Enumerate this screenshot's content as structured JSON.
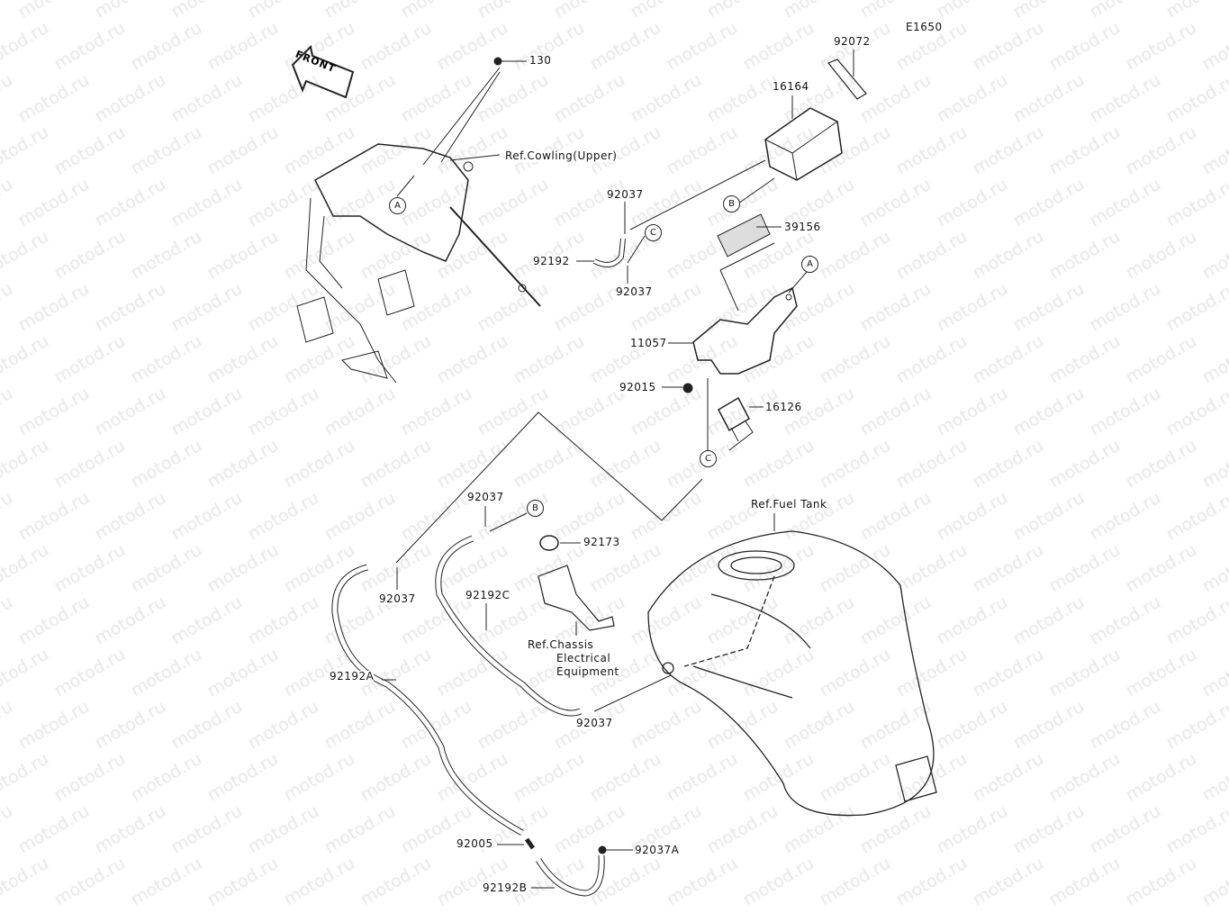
{
  "diagram_code": "E1650",
  "watermark": "motod.ru",
  "front_label": "FRONT",
  "labels": {
    "p92072": "92072",
    "p130": "130",
    "p16164": "16164",
    "ref_cowling": "Ref.Cowling(Upper)",
    "p92037_a": "92037",
    "p39156": "39156",
    "p92192": "92192",
    "p92037_b": "92037",
    "p11057": "11057",
    "p92015": "92015",
    "p16126": "16126",
    "ref_fuel_tank": "Ref.Fuel Tank",
    "p92037_c": "92037",
    "p92173": "92173",
    "p92037_d": "92037",
    "p92192c": "92192C",
    "ref_chassis_1": "Ref.Chassis",
    "ref_chassis_2": "Electrical",
    "ref_chassis_3": "Equipment",
    "p92192a": "92192A",
    "p92037_e": "92037",
    "p92005": "92005",
    "p92037a": "92037A",
    "p92192b": "92192B"
  },
  "callouts": {
    "a": "A",
    "b": "B",
    "c": "C"
  }
}
